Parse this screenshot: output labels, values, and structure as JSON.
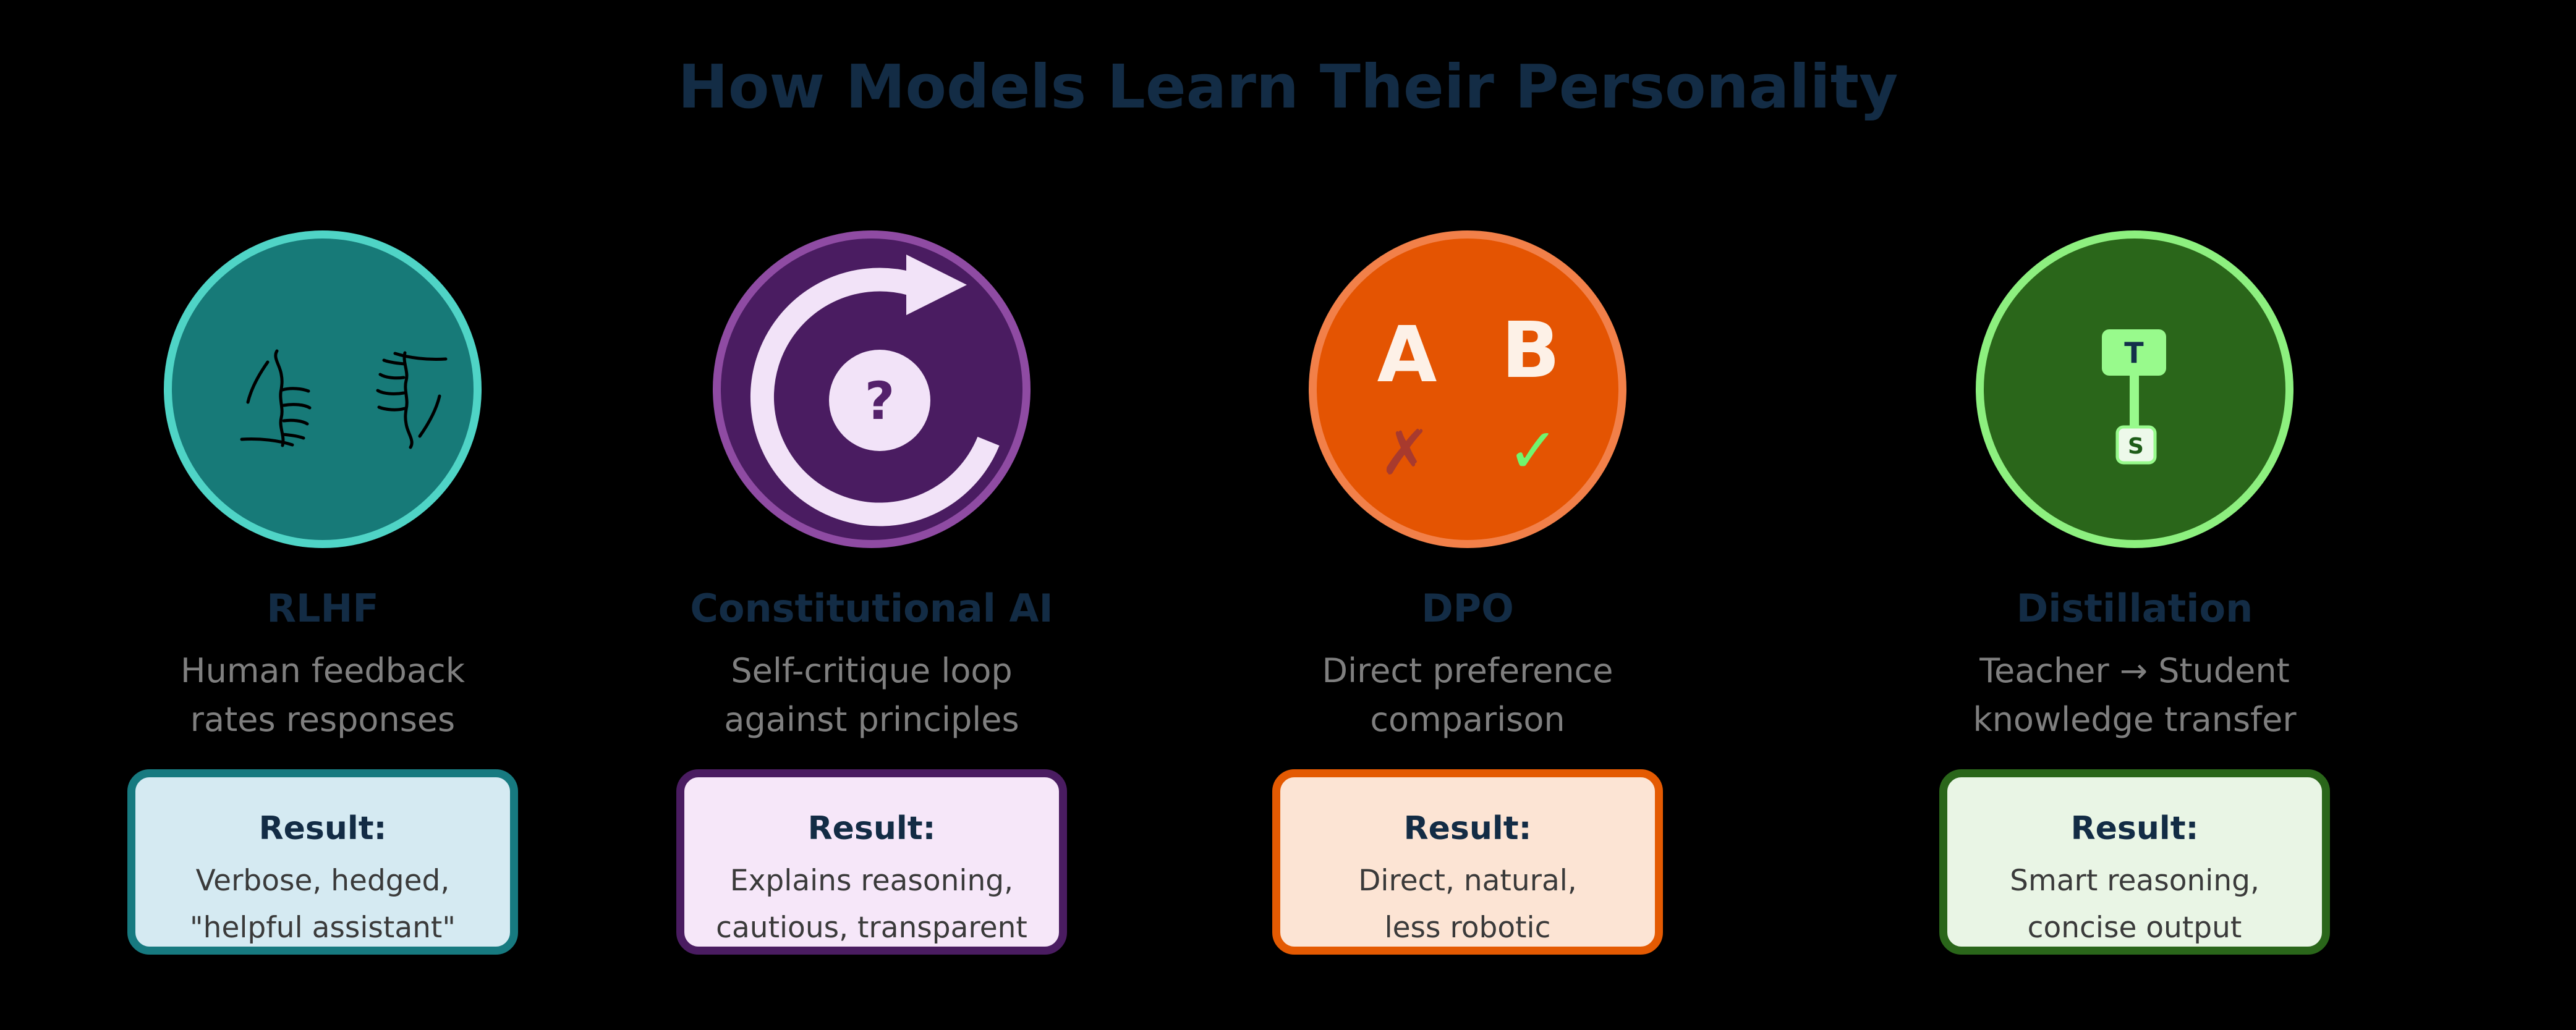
{
  "title": "How Models Learn Their Personality",
  "colors": {
    "background": "#000000",
    "heading_navy": "#132c45",
    "description_gray": "#7f7f7f",
    "result_text_gray": "#3a3a3a"
  },
  "methods": [
    {
      "name": "RLHF",
      "desc_line1": "Human feedback",
      "desc_line2": "rates responses",
      "icon": "thumbs-up-down-sketch",
      "result_label": "Result:",
      "result_line1": "Verbose, hedged,",
      "result_line2": "\"helpful assistant\"",
      "colors": {
        "circle_fill": "#177a78",
        "circle_border": "#4fd4c6",
        "box_fill": "#d5eaf2",
        "box_border": "#177a80",
        "icon_ink": "#000000"
      }
    },
    {
      "name": "Constitutional AI",
      "desc_line1": "Self-critique loop",
      "desc_line2": "against principles",
      "icon": "self-critique-loop-arrow",
      "icon_question": "?",
      "result_label": "Result:",
      "result_line1": "Explains reasoning,",
      "result_line2": "cautious, transparent",
      "colors": {
        "circle_fill": "#4a1c61",
        "circle_border": "#8f4ba3",
        "box_fill": "#f6e7f9",
        "box_border": "#4a1c61",
        "loop_light": "#f2e3f8",
        "question_purple": "#54216b"
      }
    },
    {
      "name": "DPO",
      "desc_line1": "Direct preference",
      "desc_line2": "comparison",
      "icon": "a-b-preference-comparison",
      "icon_option_a": "A",
      "icon_option_b": "B",
      "icon_reject_mark": "✗",
      "icon_accept_mark": "✓",
      "result_label": "Result:",
      "result_line1": "Direct, natural,",
      "result_line2": "less robotic",
      "colors": {
        "circle_fill": "#e45402",
        "circle_border": "#f28049",
        "box_fill": "#fce4d4",
        "box_border": "#e45a02",
        "letters_cream": "#fdf1e7",
        "cross_red": "#a83a2e",
        "check_green": "#70f56e"
      }
    },
    {
      "name": "Distillation",
      "desc_line1": "Teacher → Student",
      "desc_line2": "knowledge transfer",
      "icon": "teacher-student-transfer",
      "icon_teacher": "T",
      "icon_student": "S",
      "result_label": "Result:",
      "result_line1": "Smart reasoning,",
      "result_line2": "concise output",
      "colors": {
        "circle_fill": "#2a661a",
        "circle_border": "#8df07f",
        "box_fill": "#e9f5e5",
        "box_border": "#2a661a",
        "node_green": "#98fa8c",
        "student_fill": "#edf9ea",
        "teacher_text": "#13304a",
        "student_text": "#1d5c17"
      }
    }
  ]
}
